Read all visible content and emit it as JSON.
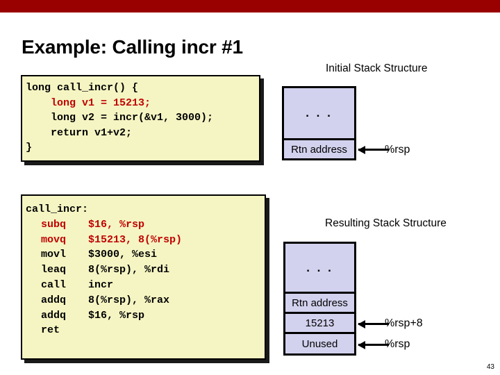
{
  "slide": {
    "title": "Example: Calling incr #1",
    "page_number": "43",
    "accent_bar_color": "#990000",
    "code_bg_color": "#f5f5c4",
    "stack_cell_color": "#d2d2ef",
    "highlight_color": "#c00000"
  },
  "c_code": {
    "lines": [
      {
        "text": "long call_incr() {",
        "highlight": false
      },
      {
        "text": "    long v1 = 15213;",
        "highlight": true
      },
      {
        "text": "    long v2 = incr(&v1, 3000);",
        "highlight": false
      },
      {
        "text": "    return v1+v2;",
        "highlight": false
      },
      {
        "text": "}",
        "highlight": false
      }
    ]
  },
  "asm_code": {
    "label": "call_incr:",
    "instructions": [
      {
        "mnemonic": "subq",
        "operands": "$16, %rsp",
        "highlight": true
      },
      {
        "mnemonic": "movq",
        "operands": "$15213, 8(%rsp)",
        "highlight": true
      },
      {
        "mnemonic": "movl",
        "operands": "$3000, %esi",
        "highlight": false
      },
      {
        "mnemonic": "leaq",
        "operands": "8(%rsp), %rdi",
        "highlight": false
      },
      {
        "mnemonic": "call",
        "operands": "incr",
        "highlight": false
      },
      {
        "mnemonic": "addq",
        "operands": "8(%rsp), %rax",
        "highlight": false
      },
      {
        "mnemonic": "addq",
        "operands": "$16, %rsp",
        "highlight": false
      },
      {
        "mnemonic": "ret",
        "operands": "",
        "highlight": false
      }
    ]
  },
  "initial_stack": {
    "heading": "Initial Stack Structure",
    "cells": [
      {
        "label": ". . ."
      },
      {
        "label": "Rtn address"
      }
    ],
    "pointers": [
      {
        "register": "%rsp",
        "points_to": "Rtn address"
      }
    ]
  },
  "resulting_stack": {
    "heading": "Resulting Stack Structure",
    "cells": [
      {
        "label": ". . ."
      },
      {
        "label": "Rtn address"
      },
      {
        "label": "15213"
      },
      {
        "label": "Unused"
      }
    ],
    "pointers": [
      {
        "register": "%rsp+8",
        "points_to": "15213"
      },
      {
        "register": "%rsp",
        "points_to": "Unused"
      }
    ]
  }
}
